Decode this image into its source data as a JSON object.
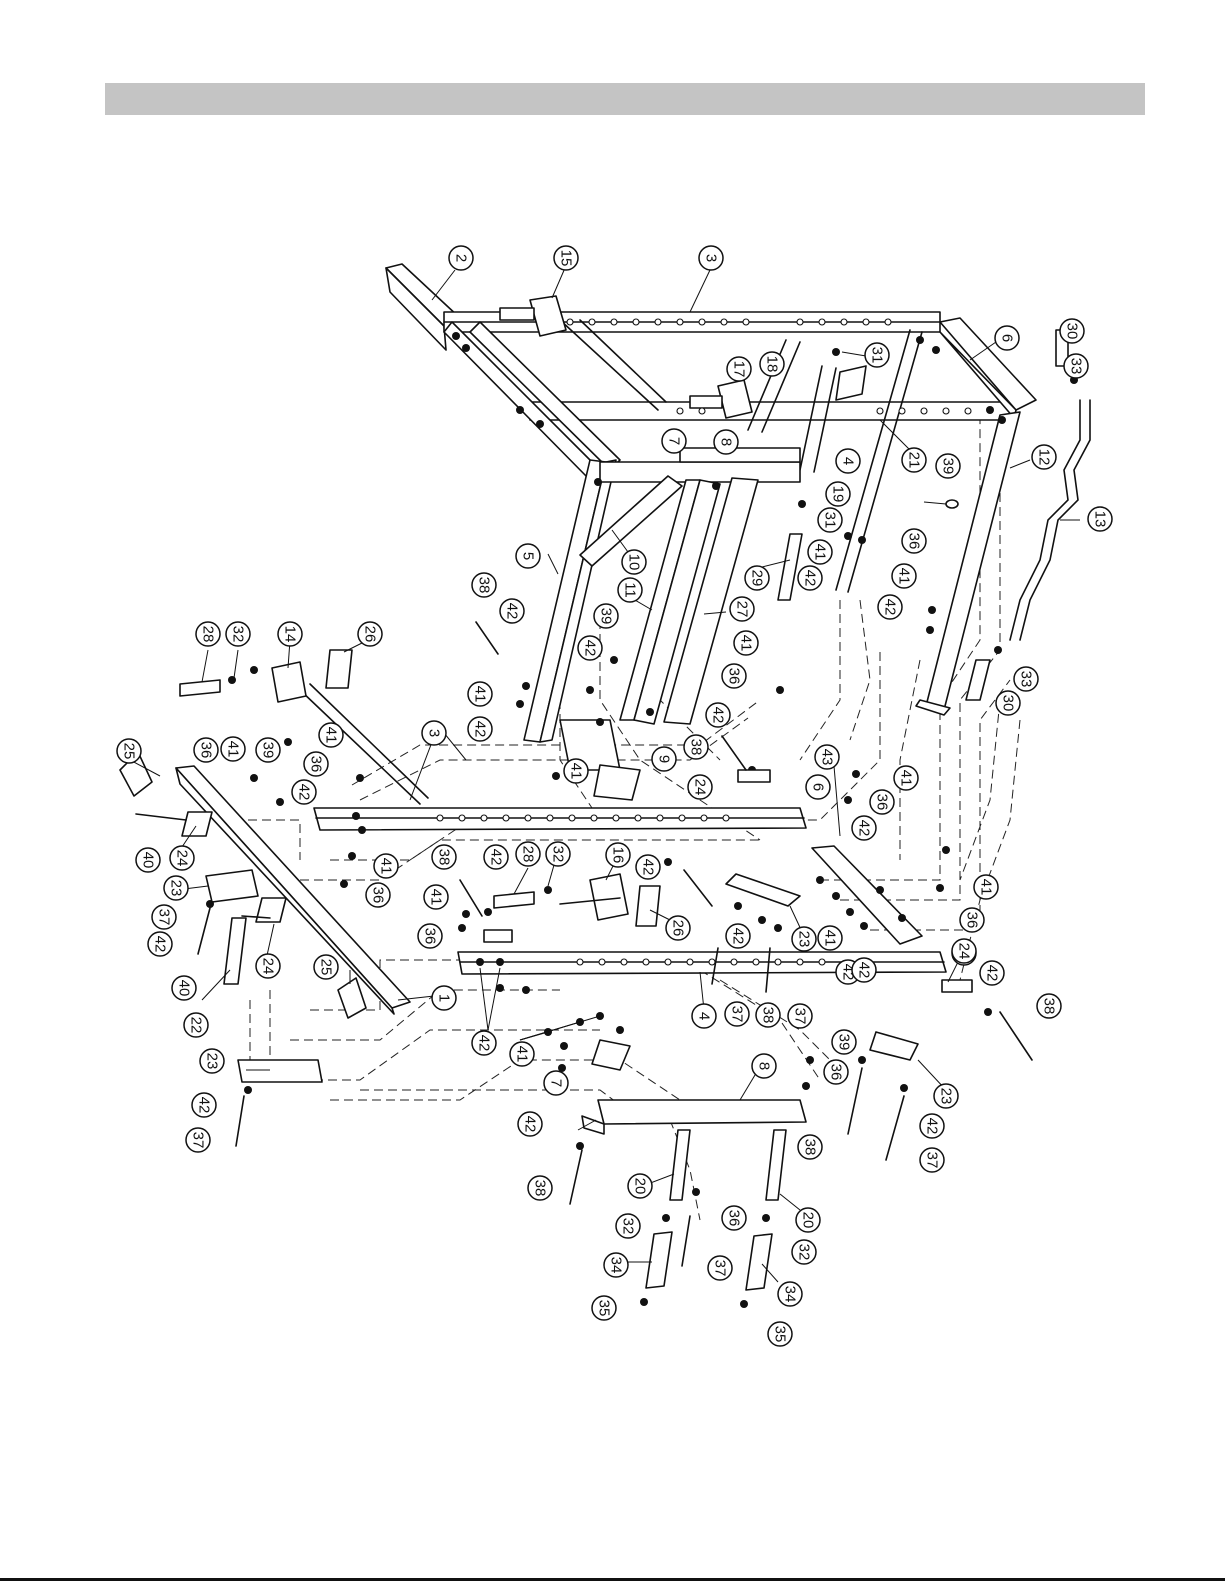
{
  "diagram": {
    "callouts": [
      {
        "id": "c1",
        "label": "2"
      },
      {
        "id": "c2",
        "label": "15"
      },
      {
        "id": "c3",
        "label": "3"
      },
      {
        "id": "c4",
        "label": "6"
      },
      {
        "id": "c5",
        "label": "30"
      },
      {
        "id": "c6",
        "label": "33"
      },
      {
        "id": "c7",
        "label": "31"
      },
      {
        "id": "c8",
        "label": "18"
      },
      {
        "id": "c9",
        "label": "17"
      },
      {
        "id": "c10",
        "label": "7"
      },
      {
        "id": "c11",
        "label": "8"
      },
      {
        "id": "c12",
        "label": "4"
      },
      {
        "id": "c13",
        "label": "21"
      },
      {
        "id": "c14",
        "label": "12"
      },
      {
        "id": "c15",
        "label": "39"
      },
      {
        "id": "c16",
        "label": "19"
      },
      {
        "id": "c17",
        "label": "13"
      },
      {
        "id": "c18",
        "label": "36"
      },
      {
        "id": "c19",
        "label": "31"
      },
      {
        "id": "c20",
        "label": "10"
      },
      {
        "id": "c21",
        "label": "41"
      },
      {
        "id": "c22",
        "label": "42"
      },
      {
        "id": "c23",
        "label": "41"
      },
      {
        "id": "c24",
        "label": "29"
      },
      {
        "id": "c25",
        "label": "42"
      },
      {
        "id": "c26",
        "label": "5"
      },
      {
        "id": "c27",
        "label": "11"
      },
      {
        "id": "c28",
        "label": "27"
      },
      {
        "id": "c29",
        "label": "38"
      },
      {
        "id": "c30",
        "label": "42"
      },
      {
        "id": "c31",
        "label": "39"
      },
      {
        "id": "c32",
        "label": "33"
      },
      {
        "id": "c33",
        "label": "30"
      },
      {
        "id": "c34",
        "label": "28"
      },
      {
        "id": "c35",
        "label": "32"
      },
      {
        "id": "c36",
        "label": "14"
      },
      {
        "id": "c37",
        "label": "26"
      },
      {
        "id": "c38",
        "label": "41"
      },
      {
        "id": "c39",
        "label": "42"
      },
      {
        "id": "c40",
        "label": "41"
      },
      {
        "id": "c41",
        "label": "36"
      },
      {
        "id": "c42",
        "label": "42"
      },
      {
        "id": "c43",
        "label": "42"
      },
      {
        "id": "c44",
        "label": "38"
      },
      {
        "id": "c45",
        "label": "41"
      },
      {
        "id": "c46",
        "label": "9"
      },
      {
        "id": "c47",
        "label": "24"
      },
      {
        "id": "c48",
        "label": "25"
      },
      {
        "id": "c49",
        "label": "36"
      },
      {
        "id": "c50",
        "label": "41"
      },
      {
        "id": "c51",
        "label": "39"
      },
      {
        "id": "c52",
        "label": "3"
      },
      {
        "id": "c53",
        "label": "41"
      },
      {
        "id": "c54",
        "label": "36"
      },
      {
        "id": "c55",
        "label": "42"
      },
      {
        "id": "c56",
        "label": "43"
      },
      {
        "id": "c57",
        "label": "41"
      },
      {
        "id": "c58",
        "label": "6"
      },
      {
        "id": "c59",
        "label": "36"
      },
      {
        "id": "c60",
        "label": "42"
      },
      {
        "id": "c61",
        "label": "40"
      },
      {
        "id": "c62",
        "label": "24"
      },
      {
        "id": "c63",
        "label": "41"
      },
      {
        "id": "c64",
        "label": "23"
      },
      {
        "id": "c65",
        "label": "36"
      },
      {
        "id": "c66",
        "label": "38"
      },
      {
        "id": "c67",
        "label": "42"
      },
      {
        "id": "c68",
        "label": "28"
      },
      {
        "id": "c69",
        "label": "32"
      },
      {
        "id": "c70",
        "label": "16"
      },
      {
        "id": "c71",
        "label": "42"
      },
      {
        "id": "c72",
        "label": "41"
      },
      {
        "id": "c73",
        "label": "36"
      },
      {
        "id": "c74",
        "label": "42"
      },
      {
        "id": "c75",
        "label": "37"
      },
      {
        "id": "c76",
        "label": "24"
      },
      {
        "id": "c77",
        "label": "26"
      },
      {
        "id": "c78",
        "label": "41"
      },
      {
        "id": "c79",
        "label": "36"
      },
      {
        "id": "c80",
        "label": "42"
      },
      {
        "id": "c81",
        "label": "23"
      },
      {
        "id": "c82",
        "label": "41"
      },
      {
        "id": "c83",
        "label": "40"
      },
      {
        "id": "c84",
        "label": "24"
      },
      {
        "id": "c85",
        "label": "22"
      },
      {
        "id": "c86",
        "label": "25"
      },
      {
        "id": "c87",
        "label": "1"
      },
      {
        "id": "c88",
        "label": "42"
      },
      {
        "id": "c89",
        "label": "4"
      },
      {
        "id": "c90",
        "label": "37"
      },
      {
        "id": "c91",
        "label": "38"
      },
      {
        "id": "c92",
        "label": "37"
      },
      {
        "id": "c93",
        "label": "42"
      },
      {
        "id": "c94",
        "label": "24"
      },
      {
        "id": "c95",
        "label": "42"
      },
      {
        "id": "c96",
        "label": "38"
      },
      {
        "id": "c97",
        "label": "42"
      },
      {
        "id": "c98",
        "label": "41"
      },
      {
        "id": "c99",
        "label": "23"
      },
      {
        "id": "c100",
        "label": "42"
      },
      {
        "id": "c101",
        "label": "37"
      },
      {
        "id": "c102",
        "label": "39"
      },
      {
        "id": "c103",
        "label": "36"
      },
      {
        "id": "c104",
        "label": "8"
      },
      {
        "id": "c105",
        "label": "7"
      },
      {
        "id": "c106",
        "label": "42"
      },
      {
        "id": "c107",
        "label": "38"
      },
      {
        "id": "c108",
        "label": "23"
      },
      {
        "id": "c109",
        "label": "42"
      },
      {
        "id": "c110",
        "label": "37"
      },
      {
        "id": "c111",
        "label": "38"
      },
      {
        "id": "c112",
        "label": "20"
      },
      {
        "id": "c113",
        "label": "36"
      },
      {
        "id": "c114",
        "label": "20"
      },
      {
        "id": "c115",
        "label": "32"
      },
      {
        "id": "c116",
        "label": "37"
      },
      {
        "id": "c117",
        "label": "32"
      },
      {
        "id": "c118",
        "label": "34"
      },
      {
        "id": "c119",
        "label": "34"
      },
      {
        "id": "c120",
        "label": "35"
      },
      {
        "id": "c121",
        "label": "35"
      }
    ]
  }
}
